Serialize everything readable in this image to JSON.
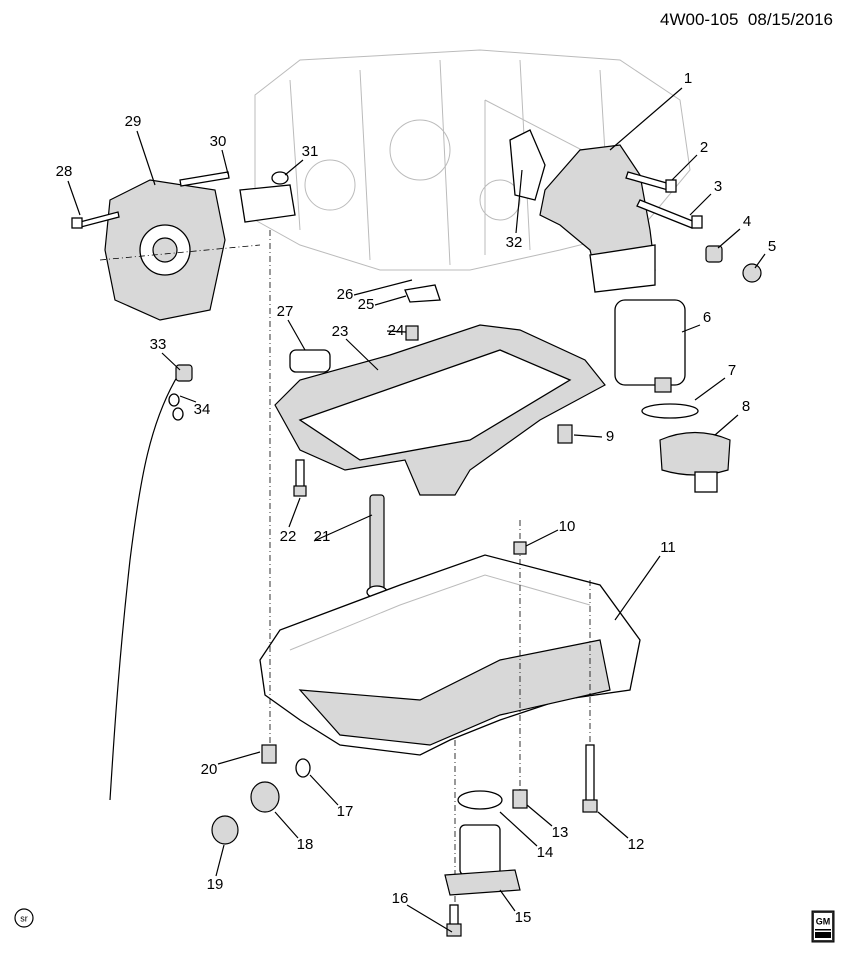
{
  "header": {
    "code": "4W00-105",
    "date": "08/15/2016"
  },
  "callouts": [
    "1",
    "2",
    "3",
    "4",
    "5",
    "6",
    "7",
    "8",
    "9",
    "10",
    "11",
    "12",
    "13",
    "14",
    "15",
    "16",
    "17",
    "18",
    "19",
    "20",
    "21",
    "22",
    "23",
    "24",
    "25",
    "26",
    "27",
    "28",
    "29",
    "30",
    "31",
    "32",
    "33",
    "34"
  ],
  "footer": {
    "sr_badge": "sr",
    "logo": "GM OCA"
  }
}
